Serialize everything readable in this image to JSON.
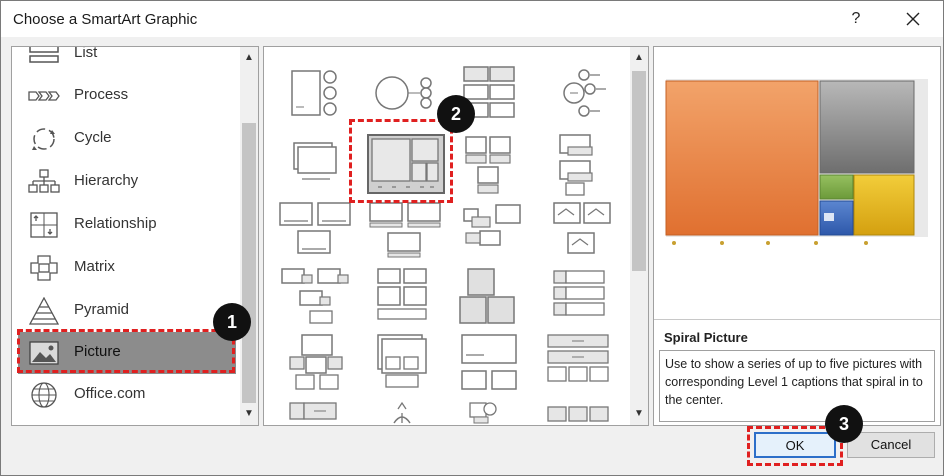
{
  "window": {
    "title": "Choose a SmartArt Graphic",
    "help_label": "?"
  },
  "categories": [
    {
      "label": "List",
      "icon": "list-icon"
    },
    {
      "label": "Process",
      "icon": "process-icon"
    },
    {
      "label": "Cycle",
      "icon": "cycle-icon"
    },
    {
      "label": "Hierarchy",
      "icon": "hierarchy-icon"
    },
    {
      "label": "Relationship",
      "icon": "relationship-icon"
    },
    {
      "label": "Matrix",
      "icon": "matrix-icon"
    },
    {
      "label": "Pyramid",
      "icon": "pyramid-icon"
    },
    {
      "label": "Picture",
      "icon": "picture-icon",
      "selected": true
    },
    {
      "label": "Office.com",
      "icon": "globe-icon"
    }
  ],
  "preview": {
    "title": "Spiral Picture",
    "description": "Use to show a series of up to five pictures with corresponding Level 1 captions that spiral in to the center."
  },
  "buttons": {
    "ok": "OK",
    "cancel": "Cancel"
  },
  "annotations": {
    "step1": "1",
    "step2": "2",
    "step3": "3"
  },
  "colors": {
    "highlight": "#e02020",
    "selected_category": "#8c8c8c",
    "ok_border": "#2c6fc9"
  }
}
